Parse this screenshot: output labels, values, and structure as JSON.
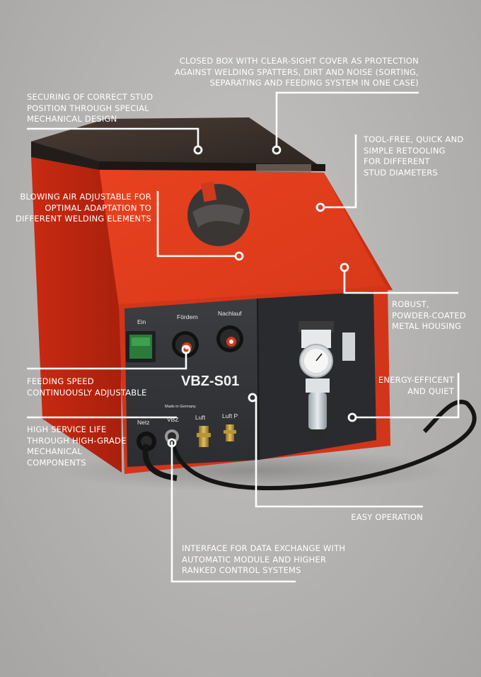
{
  "device": {
    "model": "VBZ-S01",
    "labels": {
      "ein": "Ein",
      "foerdern": "Fördern",
      "nachlauf": "Nachlauf",
      "made_in": "Made in Germany",
      "netz": "Netz",
      "vbz": "VBZ",
      "luft": "Luft",
      "luft_p": "Luft P"
    }
  },
  "callouts": {
    "cover": "CLOSED BOX WITH CLEAR-SIGHT COVER AS PROTECTION\nAGAINST WELDING SPATTERS, DIRT AND NOISE (SORTING,\nSEPARATING AND FEEDING SYSTEM IN ONE CASE)",
    "stud_position": "SECURING OF CORRECT STUD\nPOSITION THROUGH SPECIAL\nMECHANICAL DESIGN",
    "retooling": "TOOL-FREE, QUICK AND\nSIMPLE RETOOLING\nFOR DIFFERENT\nSTUD DIAMETERS",
    "blowing_air": "BLOWING AIR ADJUSTABLE FOR\nOPTIMAL ADAPTATION TO\nDIFFERENT WELDING ELEMENTS",
    "housing": "ROBUST,\nPOWDER-COATED\nMETAL HOUSING",
    "feeding_speed": "FEEDING SPEED\nCONTINUOUSLY ADJUSTABLE",
    "energy": "ENERGY-EFFICENT\nAND  QUIET",
    "service_life": "HIGH SERVICE LIFE\nTHROUGH HIGH-GRADE\nMECHANICAL\nCOMPONENTS",
    "easy_operation": "EASY OPERATION",
    "interface": "INTERFACE FOR DATA EXCHANGE WITH\nAUTOMATIC MODULE AND HIGHER\nRANKED CONTROL SYSTEMS"
  }
}
